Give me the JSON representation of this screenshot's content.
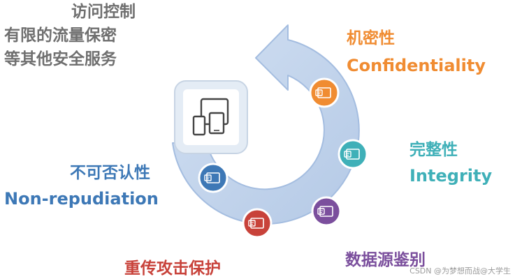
{
  "top_list": [
    "访问控制",
    "有限的流量保密",
    "等其他安全服务"
  ],
  "sections": {
    "confidentiality": {
      "cn": "机密性",
      "en": "Confidentiality",
      "color": "#f08c32"
    },
    "integrity": {
      "cn": "完整性",
      "en": "Integrity",
      "color": "#3fb0b8"
    },
    "non_repudiation": {
      "cn": "不可否认性",
      "en": "Non-repudiation",
      "color": "#3d78b6"
    },
    "replay_protection": {
      "cn": "重传攻击保护",
      "color": "#c8423a"
    },
    "data_origin": {
      "cn": "数据源鉴别",
      "color": "#7b4f9d"
    }
  },
  "colors": {
    "ring": "#bcd0ea",
    "ring_edge": "#a4bde0",
    "device_box": "#e4ecf5",
    "device_icon": "#444444"
  },
  "icons": {
    "center": "devices-icon",
    "orange": "document-icon",
    "teal": "document-icon",
    "purple": "document-icon",
    "red": "document-icon",
    "blue": "document-icon"
  },
  "watermark": "CSDN @为梦想而战@大学生"
}
